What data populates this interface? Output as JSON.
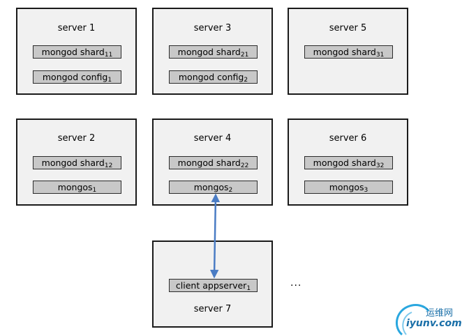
{
  "servers": [
    {
      "title": "server 1",
      "procs": [
        {
          "text": "mongod shard",
          "sub": "11"
        },
        {
          "text": "mongod config",
          "sub": "1"
        }
      ]
    },
    {
      "title": "server 3",
      "procs": [
        {
          "text": "mongod shard",
          "sub": "21"
        },
        {
          "text": "mongod config",
          "sub": "2"
        }
      ]
    },
    {
      "title": "server 5",
      "procs": [
        {
          "text": "mongod shard",
          "sub": "31"
        }
      ]
    },
    {
      "title": "server 2",
      "procs": [
        {
          "text": "mongod shard",
          "sub": "12"
        },
        {
          "text": "mongos",
          "sub": "1"
        }
      ]
    },
    {
      "title": "server 4",
      "procs": [
        {
          "text": "mongod shard",
          "sub": "22"
        },
        {
          "text": "mongos",
          "sub": "2"
        }
      ]
    },
    {
      "title": "server 6",
      "procs": [
        {
          "text": "mongod shard",
          "sub": "32"
        },
        {
          "text": "mongos",
          "sub": "3"
        }
      ]
    },
    {
      "title": "server 7",
      "procs": [
        {
          "text": "client appserver",
          "sub": "1"
        }
      ]
    }
  ],
  "ellipsis": "...",
  "watermark": {
    "cn": "运维网",
    "en": "iyunv.com"
  },
  "colors": {
    "arrow": "#4a7cc4",
    "box_fill": "#f1f1f1",
    "proc_fill": "#c8c8c8",
    "logo": "#1a6fa8"
  }
}
